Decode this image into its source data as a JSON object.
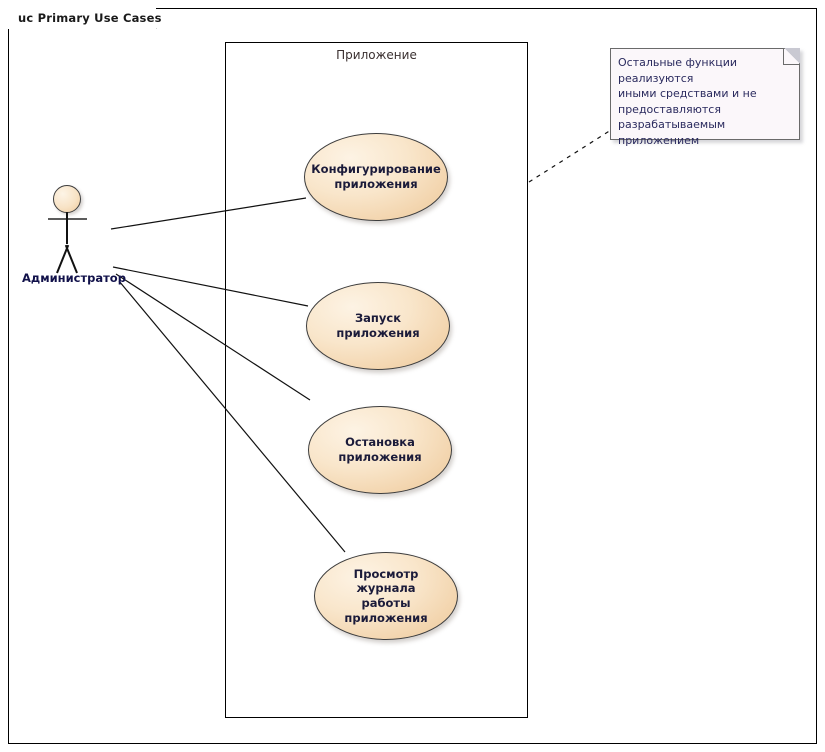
{
  "diagram": {
    "frame_label": "uc Primary Use Cases",
    "boundary_label": "Приложение",
    "colors": {
      "usecase_fill": "#f5dcba",
      "usecase_stroke": "#3d3d3d",
      "note_fill": "#fbf7fa",
      "note_text": "#2a2a5e",
      "actor_label": "#11114a",
      "line": "#111111"
    }
  },
  "actor": {
    "name": "Администратор",
    "icon": "stick-figure-actor-icon"
  },
  "use_cases": [
    {
      "id": "configure",
      "line1": "Конфигурирование",
      "line2": "приложения"
    },
    {
      "id": "start",
      "line1": "Запуск приложения",
      "line2": ""
    },
    {
      "id": "stop",
      "line1": "Остановка",
      "line2": "приложения"
    },
    {
      "id": "view_log",
      "line1": "Просмотр журнала",
      "line2": "работы приложения"
    }
  ],
  "note": {
    "line1": "Остальные функции реализуются",
    "line2": "иными средствами и не",
    "line3": "предоставляются",
    "line4": "разрабатываемым приложением"
  }
}
